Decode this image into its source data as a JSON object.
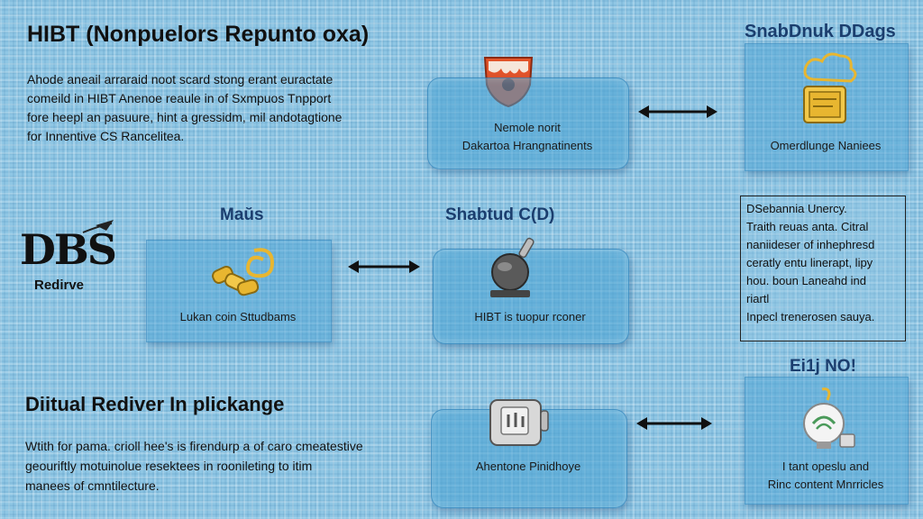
{
  "header": {
    "title": "HIBT (Nonpuelors Repunto oxa)",
    "intro_lines": [
      "Ahode aneail arraraid noot scard stong erant euractate",
      "comeild in HIBT Anenoe reaule in of Sxmpuos Tnpport",
      "fore heepl an pasuure, hint a gressidm, mil andotagtione",
      "for Innentive CS Rancelitea."
    ]
  },
  "logo": {
    "mark": "DBS",
    "tagline": "Redirve"
  },
  "top_right_label": "SnabDnuk DDags",
  "left_section": {
    "title": "Maŭs",
    "caption": "Lukan coin Sttudbams"
  },
  "center_section": {
    "title": "Shabtud C(D)",
    "caption": "HIBT is tuopur rconer"
  },
  "top_center": {
    "caption_lines": [
      "Nemole norit",
      "Dakartoa Hrangnatinents"
    ]
  },
  "top_right_box": {
    "caption": "Omerdlunge Naniees"
  },
  "note_box": {
    "lines": [
      "DSebannia Unercy.",
      "Traith reuas anta. Citral",
      "naniideser of inhephresd",
      "ceratly entu linerapt, lipy",
      "hou. boun Laneahd ind",
      "riartl",
      "Inpecl trenerosen sauya."
    ]
  },
  "bottom_section": {
    "title": "Diitual Rediver In plickange",
    "lines": [
      "Wtith for pama. crioll hee's is firendurp a of caro cmeatestive",
      "geouriftly motuinolue resektees in roonileting to itim",
      "manees of cmntilecture."
    ]
  },
  "bottom_center": {
    "caption": "Ahentone Pinidhoye"
  },
  "bottom_right": {
    "label": "Ei1j NO!",
    "caption_lines": [
      "I tant opeslu and",
      "Rinc content Mnrricles"
    ]
  },
  "icons": {
    "shield": "shield-icon",
    "cloud_folder": "cloud-folder-icon",
    "chain": "gold-chain-icon",
    "server_drum": "server-drum-icon",
    "machine": "coffee-machine-icon",
    "bulb": "lightbulb-icon"
  },
  "colors": {
    "shield": "#e2542a",
    "gold": "#e8b630",
    "label_blue": "#1b3e6e"
  }
}
